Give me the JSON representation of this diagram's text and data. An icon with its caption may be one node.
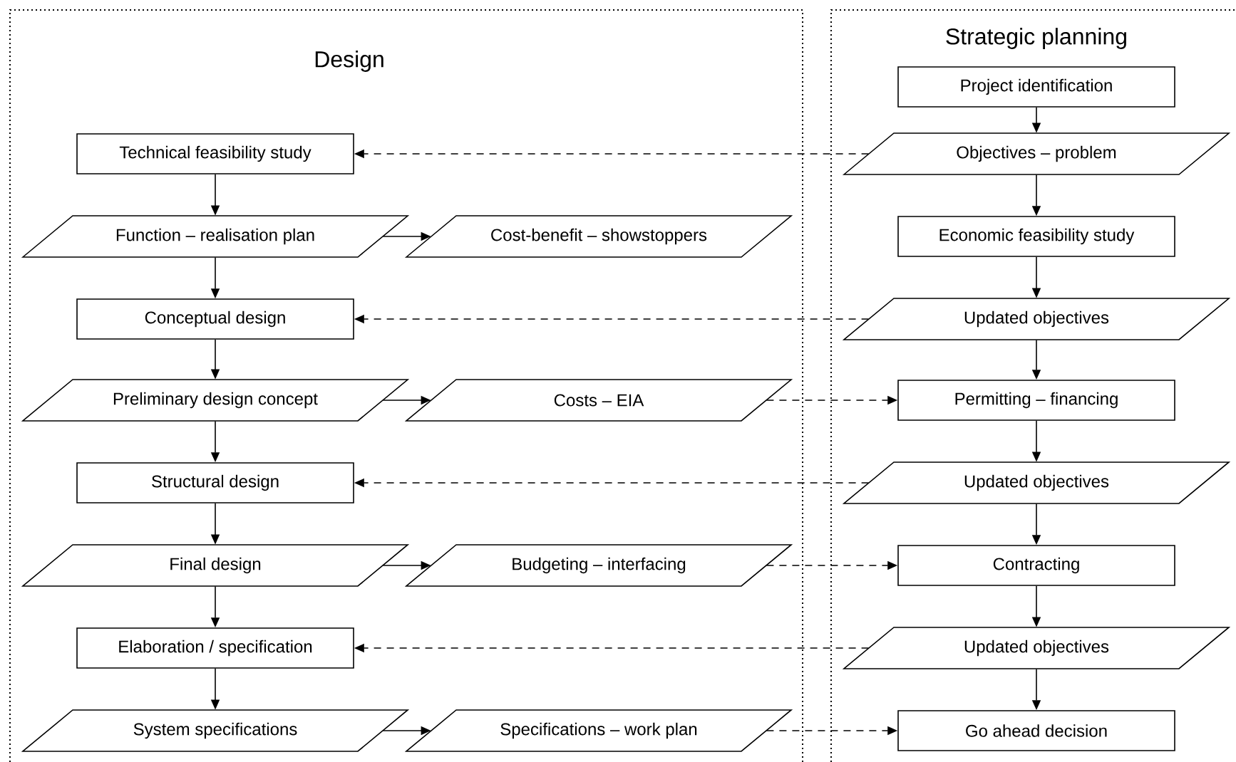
{
  "diagram": {
    "nodes": [
      {
        "text": [
          "Design"
        ]
      },
      {
        "text": [
          "Technical feasibility study"
        ],
        "in": 0
      },
      {
        "text": [
          "Function – realisation plan"
        ],
        "in": 0
      },
      {
        "text": [
          "Cost-benefit – showstoppers"
        ],
        "in": 0
      },
      {
        "text": [
          "Conceptual design"
        ],
        "in": 0
      },
      {
        "text": [
          "Preliminary design concept"
        ],
        "in": 0
      },
      {
        "text": [
          "Costs – EIA"
        ],
        "in": 0
      },
      {
        "text": [
          "Structural design"
        ],
        "in": 0
      },
      {
        "text": [
          "Final design"
        ],
        "in": 0
      },
      {
        "text": [
          "Budgeting – interfacing"
        ],
        "in": 0
      },
      {
        "text": [
          "Elaboration / specification"
        ],
        "in": 0
      },
      {
        "text": [
          "System specifications"
        ],
        "in": 0
      },
      {
        "text": [
          "Specifications – work plan"
        ],
        "in": 0
      },
      {
        "text": [
          "Strategic planning"
        ]
      },
      {
        "text": [
          "Project identification"
        ],
        "in": 13
      },
      {
        "text": [
          "Objectives – problem"
        ],
        "in": 13
      },
      {
        "text": [
          "Economic feasibility study"
        ],
        "in": 13
      },
      {
        "text": [
          "Updated objectives"
        ],
        "in": 13
      },
      {
        "text": [
          "Permitting – financing"
        ],
        "in": 13
      },
      {
        "text": [
          "Updated objectives"
        ],
        "in": 13
      },
      {
        "text": [
          "Contracting"
        ],
        "in": 13
      },
      {
        "text": [
          "Updated objectives"
        ],
        "in": 13
      },
      {
        "text": [
          "Go ahead decision"
        ],
        "in": 13
      }
    ],
    "edges": [
      {
        "from": 1,
        "to": 2,
        "arrow": "to"
      },
      {
        "from": 2,
        "to": 3,
        "arrow": "to"
      },
      {
        "from": 2,
        "to": 4,
        "arrow": "to"
      },
      {
        "from": 4,
        "to": 5,
        "arrow": "to"
      },
      {
        "from": 5,
        "to": 6,
        "arrow": "to"
      },
      {
        "from": 5,
        "to": 7,
        "arrow": "to"
      },
      {
        "from": 7,
        "to": 8,
        "arrow": "to"
      },
      {
        "from": 8,
        "to": 9,
        "arrow": "to"
      },
      {
        "from": 8,
        "to": 10,
        "arrow": "to"
      },
      {
        "from": 10,
        "to": 11,
        "arrow": "to"
      },
      {
        "from": 11,
        "to": 12,
        "arrow": "to"
      },
      {
        "from": 14,
        "to": 15,
        "arrow": "to"
      },
      {
        "from": 15,
        "to": 16,
        "arrow": "to"
      },
      {
        "from": 16,
        "to": 17,
        "arrow": "to"
      },
      {
        "from": 17,
        "to": 18,
        "arrow": "to"
      },
      {
        "from": 18,
        "to": 19,
        "arrow": "to"
      },
      {
        "from": 19,
        "to": 20,
        "arrow": "to"
      },
      {
        "from": 20,
        "to": 21,
        "arrow": "to"
      },
      {
        "from": 21,
        "to": 22,
        "arrow": "to"
      },
      {
        "from": 15,
        "to": 1,
        "arrow": "to",
        "style": "dashed"
      },
      {
        "from": 17,
        "to": 4,
        "arrow": "to",
        "style": "dashed"
      },
      {
        "from": 19,
        "to": 7,
        "arrow": "to",
        "style": "dashed"
      },
      {
        "from": 21,
        "to": 10,
        "arrow": "to",
        "style": "dashed"
      },
      {
        "from": 6,
        "to": 18,
        "arrow": "to",
        "style": "dashed"
      },
      {
        "from": 9,
        "to": 20,
        "arrow": "to",
        "style": "dashed"
      },
      {
        "from": 12,
        "to": 22,
        "arrow": "to",
        "style": "dashed"
      }
    ]
  }
}
